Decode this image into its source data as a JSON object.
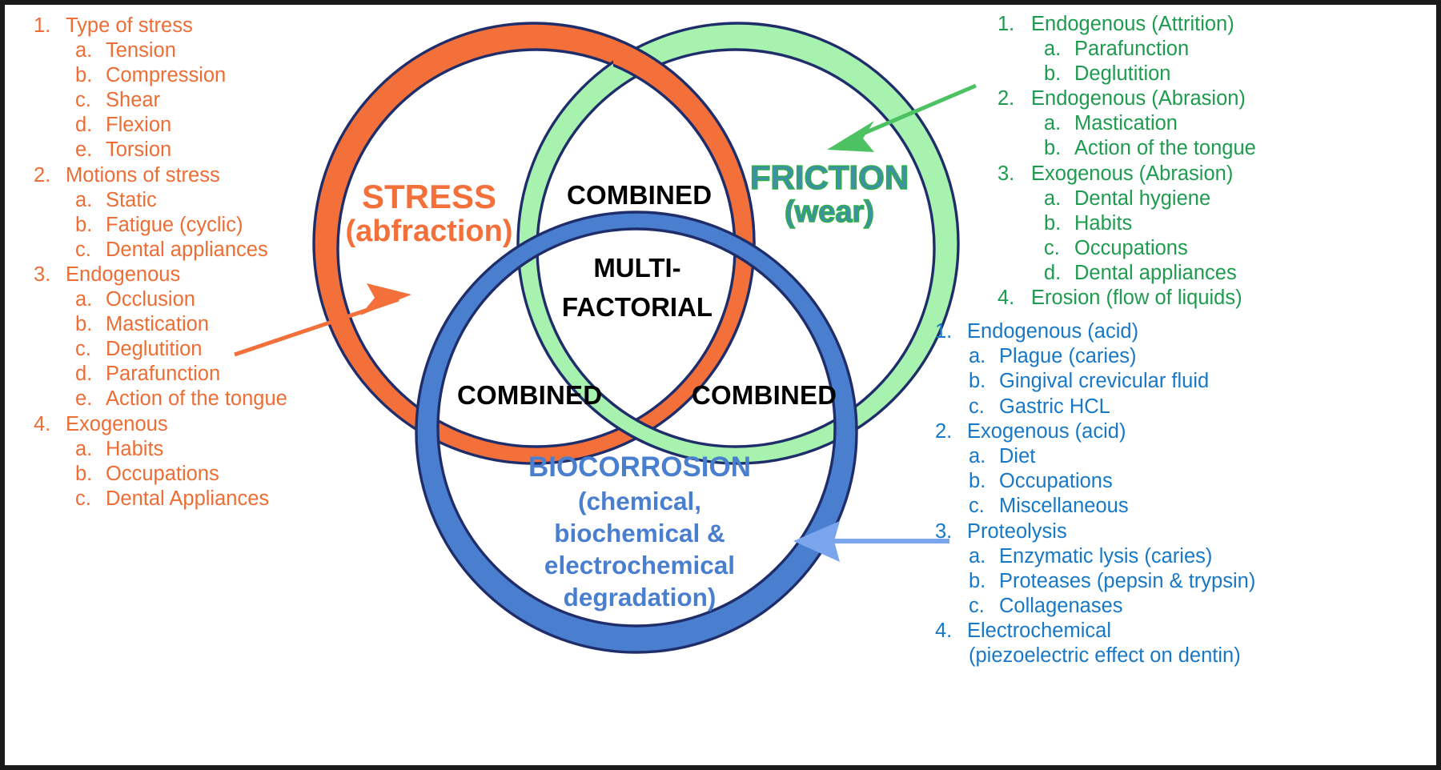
{
  "diagram": {
    "title": "Multifactorial etiology of non-carious cervical lesions",
    "colors": {
      "stress": "#F4703A",
      "stress_list": "#ED6D35",
      "friction_fill": "#A6F2AE",
      "friction_list": "#1E9B4E",
      "friction_label": "#3E8FA8",
      "biocorrosion": "#4A7FD0",
      "bio_list": "#1878C6",
      "outline": "#1F2E6B",
      "arrow_orange": "#F4703A",
      "arrow_green": "#4CC263",
      "arrow_blue": "#7BA6EE",
      "combined_text": "#000000"
    },
    "venn": {
      "stress": {
        "title": "STRESS",
        "subtitle": "(abfraction)"
      },
      "friction": {
        "title": "FRICTION",
        "subtitle": "(wear)"
      },
      "biocorrosion": {
        "title": "BIOCORROSION",
        "subtitle": "(chemical, biochemical & electrochemical degradation)"
      },
      "overlaps": {
        "top": "COMBINED",
        "left": "COMBINED",
        "right": "COMBINED",
        "center_line1": "MULTI-",
        "center_line2": "FACTORIAL"
      }
    },
    "stress_list": [
      {
        "marker": "1.",
        "label": "Type of stress",
        "children": [
          {
            "marker": "a.",
            "label": "Tension"
          },
          {
            "marker": "b.",
            "label": "Compression"
          },
          {
            "marker": "c.",
            "label": "Shear"
          },
          {
            "marker": "d.",
            "label": "Flexion"
          },
          {
            "marker": "e.",
            "label": "Torsion"
          }
        ]
      },
      {
        "marker": "2.",
        "label": "Motions of stress",
        "children": [
          {
            "marker": "a.",
            "label": "Static"
          },
          {
            "marker": "b.",
            "label": "Fatigue (cyclic)"
          },
          {
            "marker": "c.",
            "label": "Dental appliances"
          }
        ]
      },
      {
        "marker": "3.",
        "label": "Endogenous",
        "children": [
          {
            "marker": "a.",
            "label": "Occlusion"
          },
          {
            "marker": "b.",
            "label": "Mastication"
          },
          {
            "marker": "c.",
            "label": "Deglutition"
          },
          {
            "marker": "d.",
            "label": "Parafunction"
          },
          {
            "marker": "e.",
            "label": "Action of the tongue"
          }
        ]
      },
      {
        "marker": "4.",
        "label": "Exogenous",
        "children": [
          {
            "marker": "a.",
            "label": "Habits"
          },
          {
            "marker": "b.",
            "label": "Occupations"
          },
          {
            "marker": "c.",
            "label": "Dental Appliances"
          }
        ]
      }
    ],
    "friction_list": [
      {
        "marker": "1.",
        "label": "Endogenous (Attrition)",
        "children": [
          {
            "marker": "a.",
            "label": "Parafunction"
          },
          {
            "marker": "b.",
            "label": "Deglutition"
          }
        ]
      },
      {
        "marker": "2.",
        "label": "Endogenous (Abrasion)",
        "children": [
          {
            "marker": "a.",
            "label": "Mastication"
          },
          {
            "marker": "b.",
            "label": "Action of the tongue"
          }
        ]
      },
      {
        "marker": "3.",
        "label": "Exogenous (Abrasion)",
        "children": [
          {
            "marker": "a.",
            "label": "Dental hygiene"
          },
          {
            "marker": "b.",
            "label": "Habits"
          },
          {
            "marker": "c.",
            "label": "Occupations"
          },
          {
            "marker": "d.",
            "label": "Dental appliances"
          }
        ]
      },
      {
        "marker": "4.",
        "label": "Erosion (flow of liquids)",
        "children": []
      }
    ],
    "bio_list": [
      {
        "marker": "1.",
        "label": "Endogenous (acid)",
        "children": [
          {
            "marker": "a.",
            "label": "Plague (caries)"
          },
          {
            "marker": "b.",
            "label": "Gingival crevicular fluid"
          },
          {
            "marker": "c.",
            "label": "Gastric HCL"
          }
        ]
      },
      {
        "marker": "2.",
        "label": "Exogenous (acid)",
        "children": [
          {
            "marker": "a.",
            "label": "Diet"
          },
          {
            "marker": "b.",
            "label": "Occupations"
          },
          {
            "marker": "c.",
            "label": "Miscellaneous"
          }
        ]
      },
      {
        "marker": "3.",
        "label": "Proteolysis",
        "children": [
          {
            "marker": "a.",
            "label": "Enzymatic lysis (caries)"
          },
          {
            "marker": "b.",
            "label": "Proteases (pepsin & trypsin)"
          },
          {
            "marker": "c.",
            "label": "Collagenases"
          }
        ]
      },
      {
        "marker": "4.",
        "label": "Electrochemical",
        "children": [],
        "continuation": "(piezoelectric effect on dentin)"
      }
    ]
  }
}
